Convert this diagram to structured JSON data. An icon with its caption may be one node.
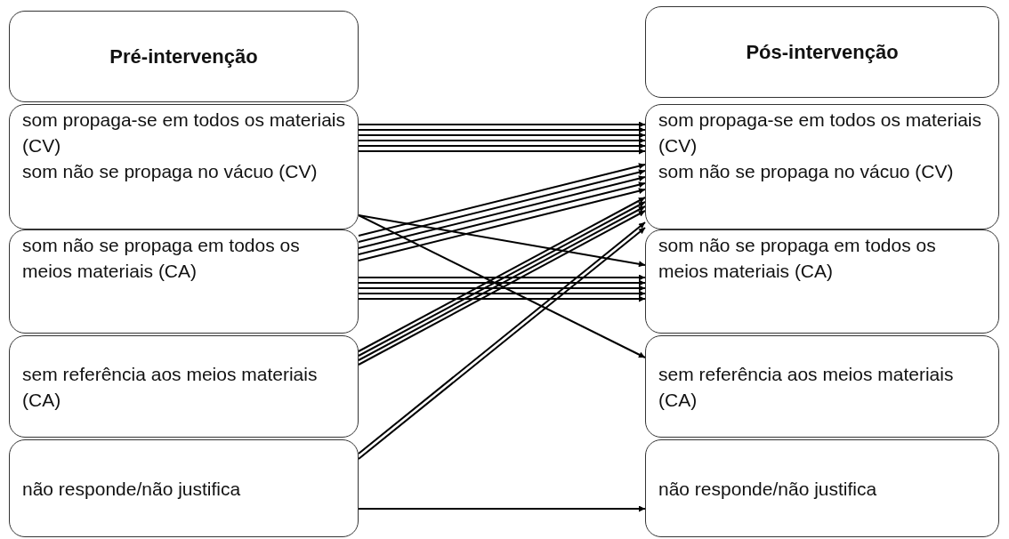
{
  "diagram": {
    "nodes": [
      {
        "text": [
          "Pré-intervenção"
        ]
      },
      {
        "text": [
          "som propaga-se em todos os materiais (CV)",
          "som não se propaga no vácuo (CV)"
        ]
      },
      {
        "text": [
          "som não se propaga em todos os meios materiais (CA)"
        ]
      },
      {
        "text": [
          "sem referência aos meios materiais (CA)"
        ]
      },
      {
        "text": [
          "não responde/não justifica"
        ]
      },
      {
        "text": [
          "Pós-intervenção"
        ]
      },
      {
        "text": [
          "som propaga-se em todos os materiais (CV)",
          "som não se propaga no vácuo (CV)"
        ]
      },
      {
        "text": [
          "som não se propaga em todos os meios materiais (CA)"
        ]
      },
      {
        "text": [
          "sem referência aos meios materiais (CA)"
        ]
      },
      {
        "text": [
          "não responde/não justifica"
        ]
      }
    ],
    "edges": [
      {
        "from": 1,
        "to": 6,
        "arrow": "to"
      },
      {
        "from": 1,
        "to": 6,
        "arrow": "to"
      },
      {
        "from": 1,
        "to": 6,
        "arrow": "to"
      },
      {
        "from": 1,
        "to": 6,
        "arrow": "to"
      },
      {
        "from": 1,
        "to": 6,
        "arrow": "to"
      },
      {
        "from": 1,
        "to": 6,
        "arrow": "to"
      },
      {
        "from": 1,
        "to": 7,
        "arrow": "to"
      },
      {
        "from": 1,
        "to": 8,
        "arrow": "to"
      },
      {
        "from": 2,
        "to": 6,
        "arrow": "to"
      },
      {
        "from": 2,
        "to": 6,
        "arrow": "to"
      },
      {
        "from": 2,
        "to": 6,
        "arrow": "to"
      },
      {
        "from": 2,
        "to": 6,
        "arrow": "to"
      },
      {
        "from": 2,
        "to": 6,
        "arrow": "to"
      },
      {
        "from": 2,
        "to": 7,
        "arrow": "to"
      },
      {
        "from": 2,
        "to": 7,
        "arrow": "to"
      },
      {
        "from": 2,
        "to": 7,
        "arrow": "to"
      },
      {
        "from": 2,
        "to": 7,
        "arrow": "to"
      },
      {
        "from": 2,
        "to": 7,
        "arrow": "to"
      },
      {
        "from": 3,
        "to": 6,
        "arrow": "to"
      },
      {
        "from": 3,
        "to": 6,
        "arrow": "to"
      },
      {
        "from": 3,
        "to": 6,
        "arrow": "to"
      },
      {
        "from": 3,
        "to": 6,
        "arrow": "to"
      },
      {
        "from": 4,
        "to": 6,
        "arrow": "to"
      },
      {
        "from": 4,
        "to": 6,
        "arrow": "to"
      },
      {
        "from": 4,
        "to": 9,
        "arrow": "to"
      }
    ]
  }
}
